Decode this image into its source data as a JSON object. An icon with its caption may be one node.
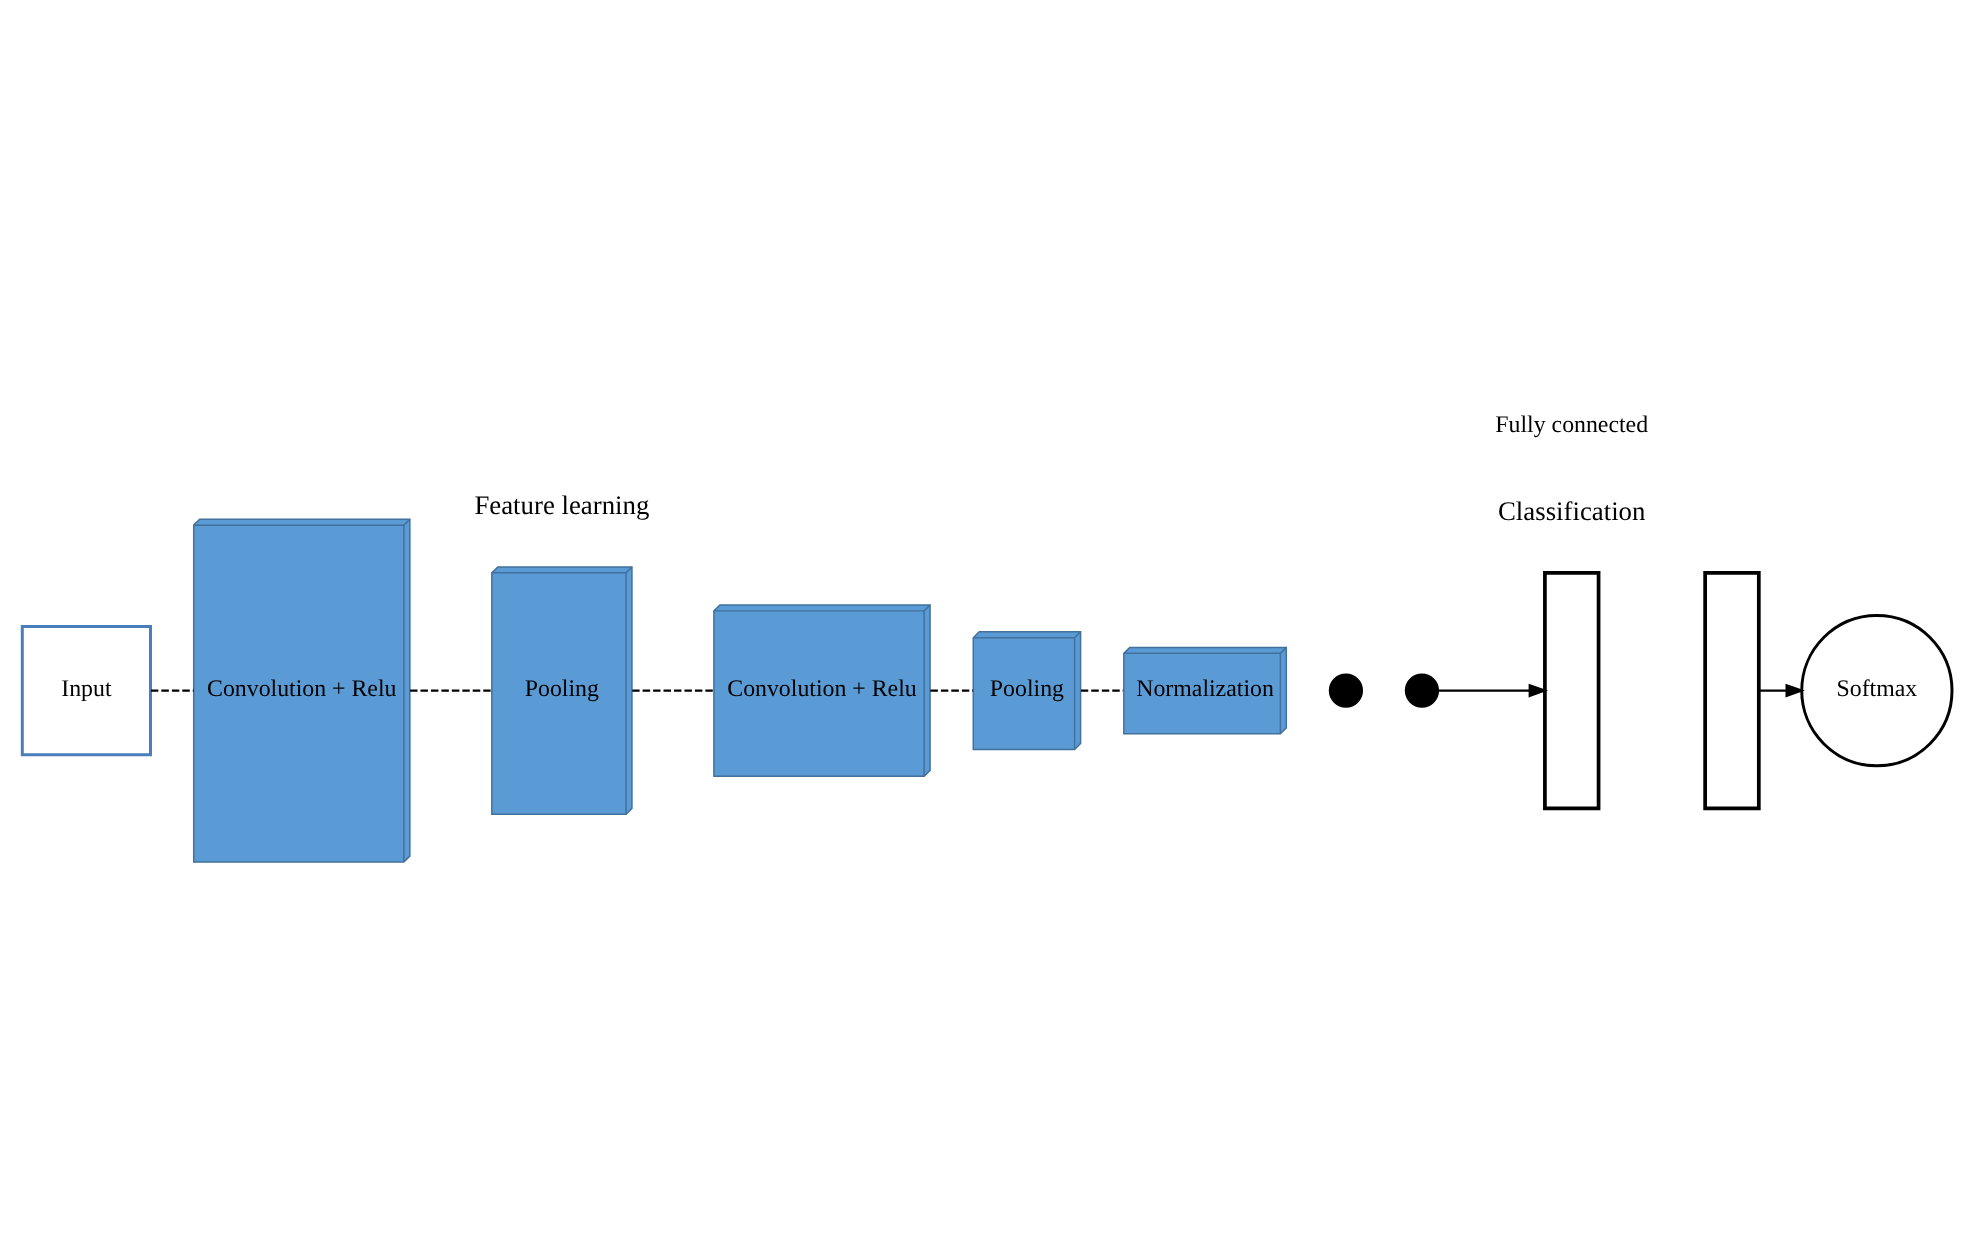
{
  "diagram": {
    "nodes": [
      {
        "text": [
          "Input"
        ]
      },
      {
        "text": [
          "Convolution + Relu"
        ]
      },
      {
        "text": [
          "Pooling"
        ]
      },
      {
        "text": [
          "Convolution + Relu"
        ]
      },
      {
        "text": [
          "Pooling"
        ]
      },
      {
        "text": [
          "Normalization"
        ]
      },
      {
        "text": [],
        "shape": "circle"
      },
      {
        "text": [],
        "shape": "circle"
      },
      {
        "text": [],
        "shape": "bar"
      },
      {
        "text": [],
        "shape": "bar"
      },
      {
        "text": [
          "Softmax"
        ]
      }
    ],
    "edges": [
      {
        "from": 0,
        "to": 1,
        "arrow": "none",
        "style": "dashed"
      },
      {
        "from": 1,
        "to": 2,
        "arrow": "none",
        "style": "dashed"
      },
      {
        "from": 2,
        "to": 3,
        "arrow": "none",
        "style": "dashed"
      },
      {
        "from": 3,
        "to": 4,
        "arrow": "none",
        "style": "dashed"
      },
      {
        "from": 4,
        "to": 5,
        "arrow": "none",
        "style": "dashed"
      },
      {
        "from": 7,
        "to": 8,
        "arrow": "to"
      },
      {
        "from": 9,
        "to": 10,
        "arrow": "to"
      }
    ],
    "labels": [
      "Classification",
      "Fully connected",
      "Feature learning"
    ]
  }
}
